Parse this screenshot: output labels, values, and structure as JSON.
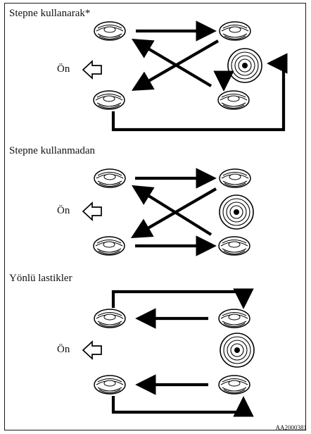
{
  "sections": [
    {
      "title": "Stepne kullanarak*"
    },
    {
      "title": "Stepne kullanmadan"
    },
    {
      "title": "Yönlü lastikler"
    }
  ],
  "front_label": "Ön",
  "figure_code": "AA2000381"
}
